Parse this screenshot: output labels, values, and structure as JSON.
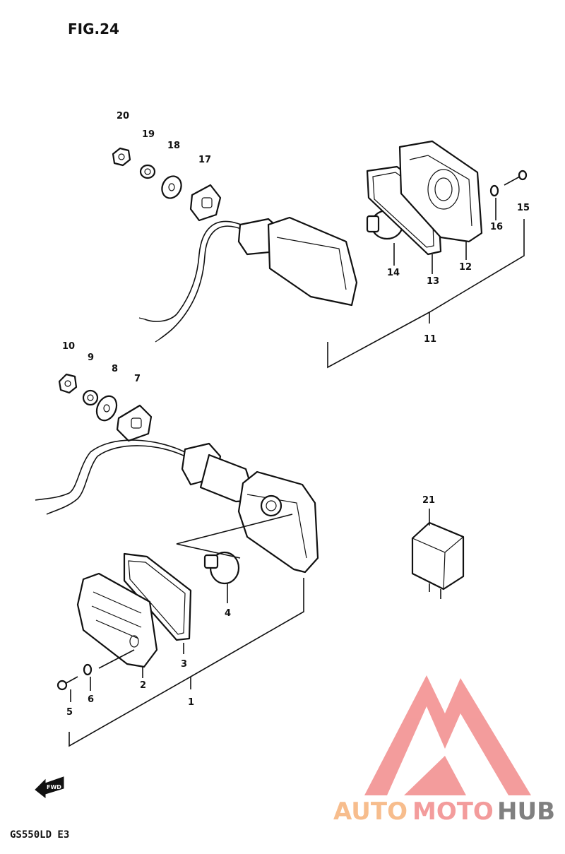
{
  "header": {
    "figure": "FIG.24"
  },
  "labels": {
    "1": "1",
    "2": "2",
    "3": "3",
    "4": "4",
    "5": "5",
    "6": "6",
    "7": "7",
    "8": "8",
    "9": "9",
    "10": "10",
    "11": "11",
    "12": "12",
    "13": "13",
    "14": "14",
    "15": "15",
    "16": "16",
    "17": "17",
    "18": "18",
    "19": "19",
    "20": "20",
    "21": "21"
  },
  "footer": {
    "model": "GS550LD E3",
    "fwd": "FWD"
  },
  "watermark": {
    "part1": "AUTO",
    "part2": "MOTO",
    "part3": "HUB"
  },
  "colors": {
    "line": "#111111",
    "logo_red": "#f28b8b",
    "logo_orange": "#f6b27a",
    "logo_gray": "#6b6b6b"
  }
}
